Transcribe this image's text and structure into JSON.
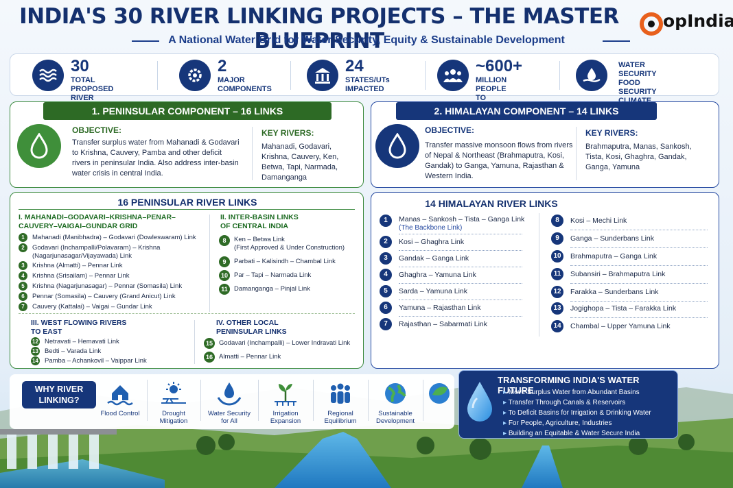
{
  "header": {
    "title": "INDIA'S 30 RIVER LINKING PROJECTS – THE MASTER BLUEPRINT",
    "subtitle": "A National Water Grid for Water Security, Equity & Sustainable Development",
    "logo_text": "opIndia"
  },
  "stats": [
    {
      "value": "30",
      "label": "TOTAL PROPOSED\nRIVER LINKS",
      "icon": "waves-icon"
    },
    {
      "value": "2",
      "label": "MAJOR\nCOMPONENTS",
      "icon": "gear-icon"
    },
    {
      "value": "24",
      "label": "STATES/UTs\nIMPACTED",
      "icon": "government-building-icon"
    },
    {
      "value": "~600+",
      "label": "MILLION PEOPLE\nTO BENEFIT",
      "icon": "people-icon"
    },
    {
      "value": "",
      "label": "WATER SECURITY\nFOOD SECURITY\nCLIMATE RESILIENCE",
      "icon": "hand-water-drop-icon"
    }
  ],
  "peninsular": {
    "banner": "1. PENINSULAR COMPONENT – 16 LINKS",
    "objective_heading": "OBJECTIVE:",
    "objective_text": "Transfer surplus water from Mahanadi & Godavari to Krishna, Cauvery, Pamba and other deficit rivers in peninsular India. Also address inter-basin water crisis in central India.",
    "rivers_heading": "KEY RIVERS:",
    "rivers_text": "Mahanadi, Godavari, Krishna, Cauvery, Ken, Betwa, Tapi, Narmada, Damanganga"
  },
  "himalayan": {
    "banner": "2. HIMALAYAN COMPONENT – 14 LINKS",
    "objective_heading": "OBJECTIVE:",
    "objective_text": "Transfer massive monsoon flows from rivers of Nepal & Northeast (Brahmaputra, Kosi, Gandak) to Ganga, Yamuna, Rajasthan & Western India.",
    "rivers_heading": "KEY RIVERS:",
    "rivers_text": "Brahmaputra, Manas, Sankosh, Tista, Kosi, Ghaghra, Gandak, Ganga, Yamuna"
  },
  "peninsular_links": {
    "title": "16 PENINSULAR RIVER LINKS",
    "group1": {
      "heading": "I.  MAHANADI–GODAVARI–KRISHNA–PENAR–\n     CAUVERY–VAIGAI–GUNDAR GRID",
      "items": [
        {
          "n": "1",
          "text": "Mahanadi (Manibhadra) – Godavari (Dowleswaram) Link"
        },
        {
          "n": "2",
          "text": "Godavari (Inchampalli/Polavaram) – Krishna\n(Nagarjunasagar/Vijayawada) Link"
        },
        {
          "n": "3",
          "text": "Krishna (Almatti) – Pennar Link"
        },
        {
          "n": "4",
          "text": "Krishna (Srisailam) – Pennar Link"
        },
        {
          "n": "5",
          "text": "Krishna (Nagarjunasagar) – Pennar (Somasila) Link"
        },
        {
          "n": "6",
          "text": "Pennar (Somasila) – Cauvery (Grand Anicut) Link"
        },
        {
          "n": "7",
          "text": "Cauvery (Kattalai) – Vaigai – Gundar Link"
        }
      ]
    },
    "group2": {
      "heading": "II. INTER-BASIN LINKS\n     OF CENTRAL INDIA",
      "items": [
        {
          "n": "8",
          "text": "Ken – Betwa Link\n(First Approved & Under Construction)"
        },
        {
          "n": "9",
          "text": "Parbati – Kalisindh – Chambal Link"
        },
        {
          "n": "10",
          "text": "Par – Tapi – Narmada Link"
        },
        {
          "n": "11",
          "text": "Damanganga – Pinjal Link"
        }
      ]
    },
    "group3": {
      "heading": "III. WEST FLOWING RIVERS\n       TO EAST",
      "items": [
        {
          "n": "12",
          "text": "Netravati – Hemavati Link"
        },
        {
          "n": "13",
          "text": "Bedti – Varada Link"
        },
        {
          "n": "14",
          "text": "Pamba – Achankovil – Vaippar Link"
        }
      ]
    },
    "group4": {
      "heading": "IV. OTHER LOCAL\n      PENINSULAR LINKS",
      "items": [
        {
          "n": "15",
          "text": "Godavari (Inchampalli) – Lower Indravati Link"
        },
        {
          "n": "16",
          "text": "Almatti – Pennar Link"
        }
      ]
    }
  },
  "himalayan_links": {
    "title": "14 HIMALAYAN RIVER LINKS",
    "left": [
      {
        "n": "1",
        "text": "Manas – Sankosh – Tista – Ganga Link",
        "note": "(The Backbone Link)"
      },
      {
        "n": "2",
        "text": "Kosi – Ghaghra Link"
      },
      {
        "n": "3",
        "text": "Gandak – Ganga Link"
      },
      {
        "n": "4",
        "text": "Ghaghra – Yamuna Link"
      },
      {
        "n": "5",
        "text": "Sarda – Yamuna Link"
      },
      {
        "n": "6",
        "text": "Yamuna – Rajasthan Link"
      },
      {
        "n": "7",
        "text": "Rajasthan – Sabarmati Link"
      }
    ],
    "right": [
      {
        "n": "8",
        "text": "Kosi – Mechi Link"
      },
      {
        "n": "9",
        "text": "Ganga – Sunderbans Link"
      },
      {
        "n": "10",
        "text": "Brahmaputra – Ganga Link"
      },
      {
        "n": "11",
        "text": "Subansiri – Brahmaputra Link"
      },
      {
        "n": "12",
        "text": "Farakka – Sunderbans Link"
      },
      {
        "n": "13",
        "text": "Jogighopa – Tista – Farakka Link"
      },
      {
        "n": "14",
        "text": "Chambal – Upper Yamuna Link"
      }
    ]
  },
  "why": {
    "label": "WHY RIVER\nLINKING?",
    "items": [
      {
        "label": "Flood Control",
        "icon": "flood-house-icon"
      },
      {
        "label": "Drought\nMitigation",
        "icon": "sun-drought-icon"
      },
      {
        "label": "Water Security\nfor All",
        "icon": "water-hands-icon"
      },
      {
        "label": "Irrigation\nExpansion",
        "icon": "sprout-icon"
      },
      {
        "label": "Regional\nEquilibrium",
        "icon": "people-group-icon"
      },
      {
        "label": "Sustainable\nDevelopment",
        "icon": "globe-icon"
      },
      {
        "label": "",
        "icon": "eco-globe-icon"
      }
    ]
  },
  "transform": {
    "heading": "TRANSFORMING INDIA'S WATER FUTURE",
    "items": [
      "Move Surplus Water from Abundant Basins",
      "Transfer Through Canals & Reservoirs",
      "To Deficit Basins for Irrigation & Drinking Water",
      "For People, Agriculture, Industries",
      "Building an Equitable & Water Secure India"
    ]
  },
  "colors": {
    "navy": "#16367a",
    "green": "#2f6b26",
    "accent_orange": "#e8601c"
  }
}
